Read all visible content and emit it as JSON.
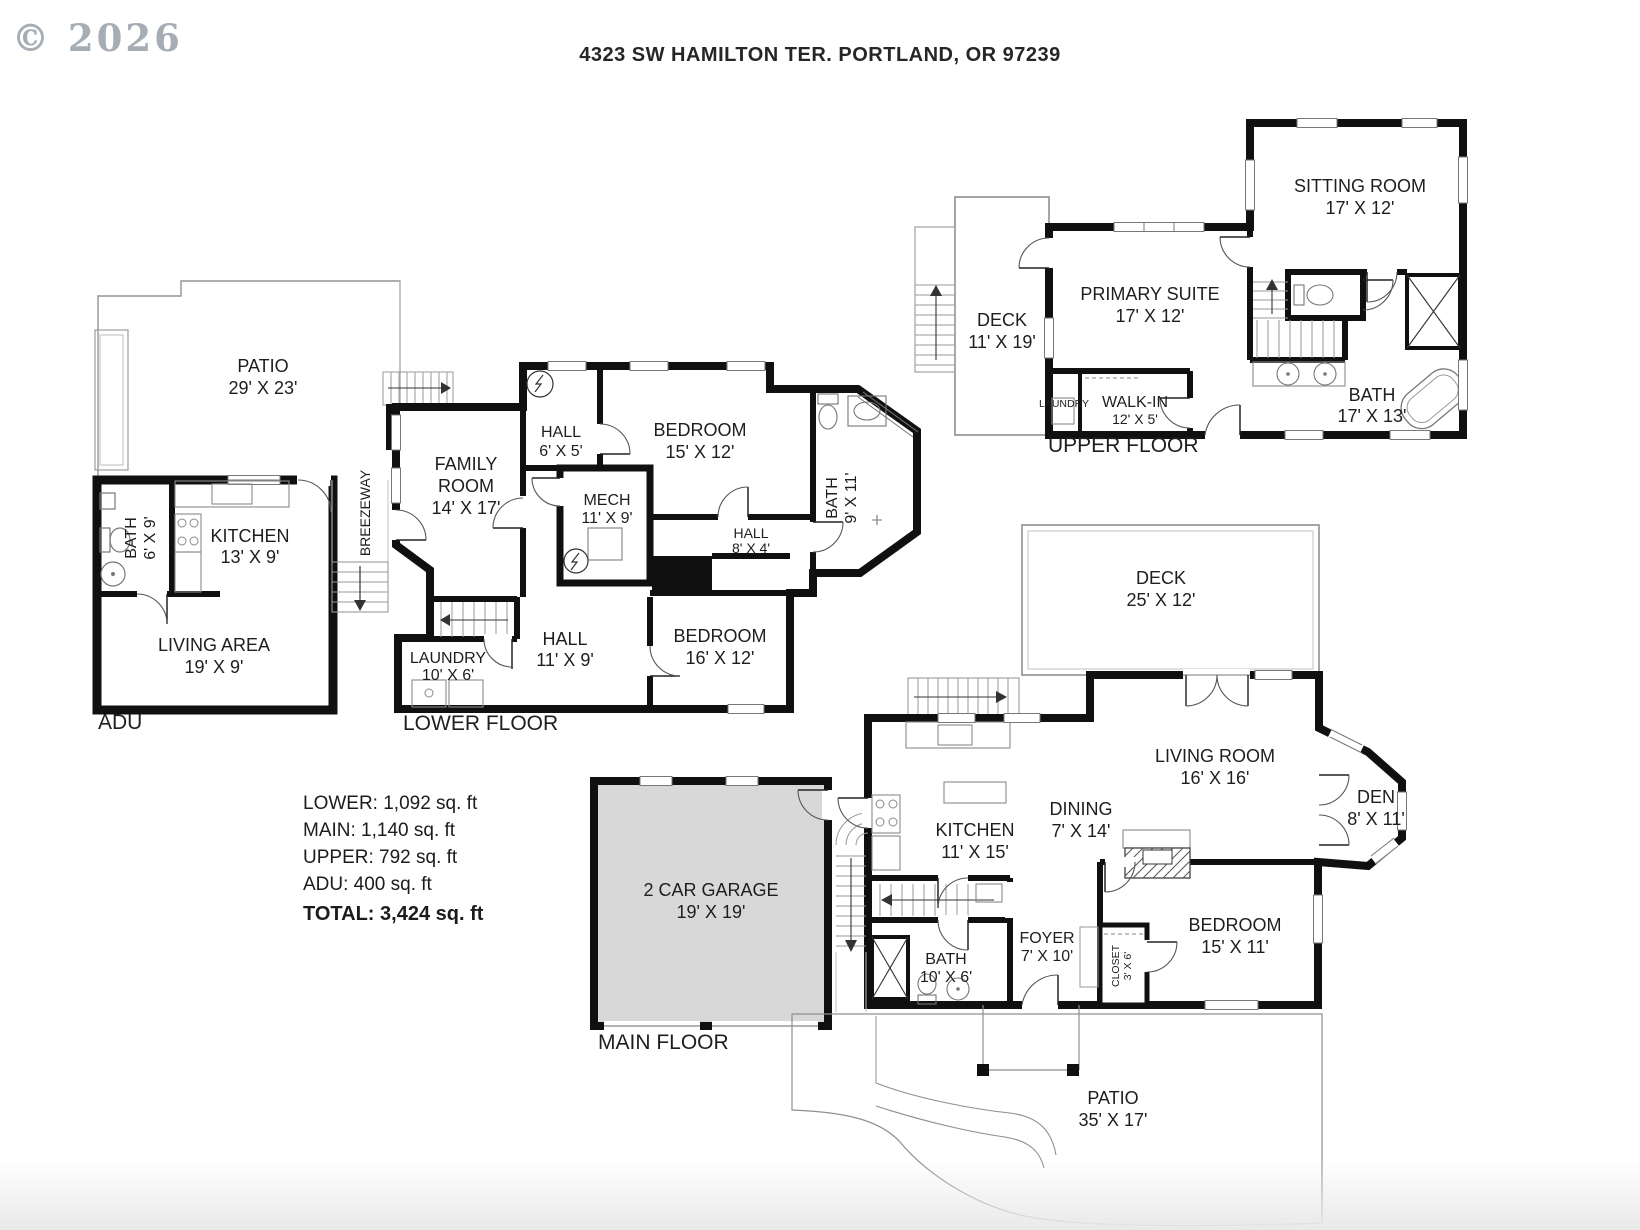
{
  "page": {
    "copyright": "© 2026",
    "address": "4323 SW HAMILTON TER. PORTLAND, OR 97239"
  },
  "floors": {
    "adu": {
      "label": "ADU",
      "rooms": {
        "patio": {
          "name": "PATIO",
          "dims": "29' X 23'"
        },
        "bath": {
          "name": "BATH",
          "dims": "6' X 9'"
        },
        "kitchen": {
          "name": "KITCHEN",
          "dims": "13' X 9'"
        },
        "living": {
          "name": "LIVING AREA",
          "dims": "19' X 9'"
        }
      }
    },
    "lower": {
      "label": "LOWER FLOOR",
      "breezeway": "BREEZEWAY",
      "rooms": {
        "family": {
          "name": "FAMILY",
          "name2": "ROOM",
          "dims": "14' X 17'"
        },
        "hall_upper": {
          "name": "HALL",
          "dims": "6' X 5'"
        },
        "bedroom1": {
          "name": "BEDROOM",
          "dims": "15' X 12'"
        },
        "mech": {
          "name": "MECH",
          "dims": "11' X 9'"
        },
        "hall_small": {
          "name": "HALL",
          "dims": "8' X 4'"
        },
        "bath": {
          "name": "BATH",
          "dims": "9' X 11'"
        },
        "hall_lower": {
          "name": "HALL",
          "dims": "11' X 9'"
        },
        "laundry": {
          "name": "LAUNDRY",
          "dims": "10' X 6'"
        },
        "bedroom2": {
          "name": "BEDROOM",
          "dims": "16' X 12'"
        }
      }
    },
    "upper": {
      "label": "UPPER FLOOR",
      "rooms": {
        "deck": {
          "name": "DECK",
          "dims": "11' X 19'"
        },
        "primary": {
          "name": "PRIMARY SUITE",
          "dims": "17' X 12'"
        },
        "sitting": {
          "name": "SITTING ROOM",
          "dims": "17' X 12'"
        },
        "laundry": {
          "name": "LAUNDRY"
        },
        "walkin": {
          "name": "WALK-IN",
          "dims": "12' X 5'"
        },
        "bath": {
          "name": "BATH",
          "dims": "17' X 13'"
        }
      }
    },
    "main": {
      "label": "MAIN FLOOR",
      "rooms": {
        "deck": {
          "name": "DECK",
          "dims": "25' X 12'"
        },
        "kitchen": {
          "name": "KITCHEN",
          "dims": "11' X 15'"
        },
        "dining": {
          "name": "DINING",
          "dims": "7' X 14'"
        },
        "living": {
          "name": "LIVING ROOM",
          "dims": "16' X 16'"
        },
        "den": {
          "name": "DEN",
          "dims": "8' X 11'"
        },
        "garage": {
          "name": "2 CAR GARAGE",
          "dims": "19' X 19'"
        },
        "foyer": {
          "name": "FOYER",
          "dims": "7' X 10'"
        },
        "bath": {
          "name": "BATH",
          "dims": "10' X 6'"
        },
        "closet": {
          "name": "CLOSET",
          "dims": "3' X 6'"
        },
        "bedroom": {
          "name": "BEDROOM",
          "dims": "15' X 11'"
        },
        "patio": {
          "name": "PATIO",
          "dims": "35' X 17'"
        }
      }
    }
  },
  "area_summary": {
    "lines": [
      "LOWER: 1,092 sq. ft",
      "MAIN: 1,140 sq. ft",
      "UPPER: 792 sq. ft",
      "ADU: 400 sq. ft"
    ],
    "total": "TOTAL: 3,424 sq. ft"
  },
  "colors": {
    "wall": "#101010",
    "garage_fill": "#d8d8d8",
    "thin_outline": "#8f8f8f",
    "text": "#1e1e1e",
    "watermark": "#a6adb4"
  }
}
